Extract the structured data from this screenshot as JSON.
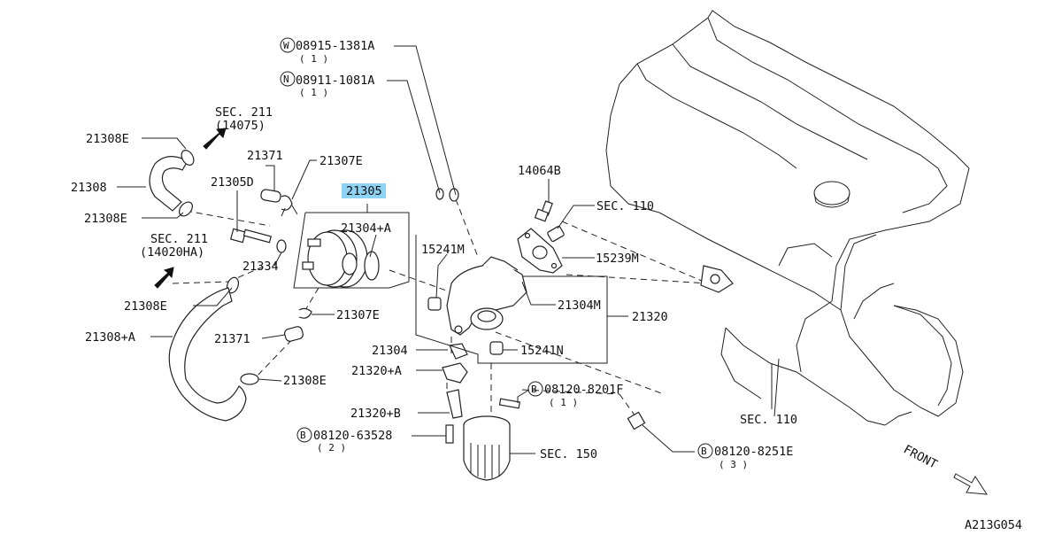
{
  "diagram_id": "A213G054",
  "highlight_label": "21305",
  "labels": {
    "w_bolt": "08915-1381A",
    "w_bolt_qty": "( 1 )",
    "w_prefix": "W",
    "n_nut": "08911-1081A",
    "n_nut_qty": "( 1 )",
    "n_prefix": "N",
    "sec211_top": "SEC. 211",
    "sec211_top_ref": "(14075)",
    "p21308E_a": "21308E",
    "p21308": "21308",
    "p21308E_b": "21308E",
    "p21371_a": "21371",
    "p21307E_a": "21307E",
    "p21305D": "21305D",
    "p21305": "21305",
    "p21304A": "21304+A",
    "p14064B": "14064B",
    "sec110_a": "SEC. 110",
    "sec211_mid": "SEC. 211",
    "sec211_mid_ref": "(14020HA)",
    "p21334": "21334",
    "p15241M": "15241M",
    "p15239M": "15239M",
    "p21308E_c": "21308E",
    "p21304M": "21304M",
    "p21320": "21320",
    "p21307E_b": "21307E",
    "p21308A": "21308+A",
    "p21371_b": "21371",
    "p21304": "21304",
    "p15241N": "15241N",
    "p21320A": "21320+A",
    "b_bolt_a": "08120-8201F",
    "b_bolt_a_qty": "( 1 )",
    "p21308E_d": "21308E",
    "sec110_b": "SEC. 110",
    "p21320B": "21320+B",
    "b_bolt_b": "08120-63528",
    "b_bolt_b_qty": "( 2 )",
    "sec150": "SEC. 150",
    "b_bolt_c": "08120-8251E",
    "b_bolt_c_qty": "( 3 )",
    "b_prefix": "B",
    "front": "FRONT"
  }
}
